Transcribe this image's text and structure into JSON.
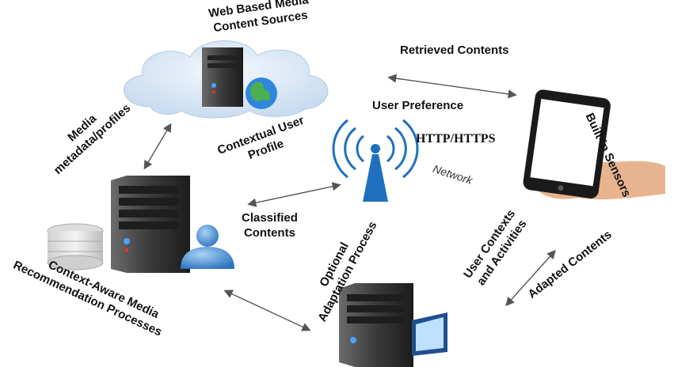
{
  "labels": {
    "web_sources": [
      "Web Based Media",
      "Content Sources"
    ],
    "retrieved": "Retrieved Contents",
    "user_pref": "User Preference",
    "http": "HTTP/HTTPS",
    "network": "Network",
    "builtin": "Built-in Sensors",
    "media_meta": [
      "Media",
      "metadata/profiles"
    ],
    "ctx_profile": [
      "Contextual User",
      "Profile"
    ],
    "classified": [
      "Classified",
      "Contents"
    ],
    "optional": [
      "Optional",
      "Adaptation Process"
    ],
    "user_ctx": [
      "User Contexts",
      "and Activities"
    ],
    "adapted": "Adapted Contents",
    "ctx_aware": [
      "Context-Aware Media",
      "Recommendation Processes"
    ]
  },
  "icons": [
    "cloud-icon",
    "server-icon",
    "globe-icon",
    "database-icon",
    "user-icon",
    "wifi-tower-icon",
    "smartphone-icon",
    "hand-icon",
    "monitor-icon"
  ],
  "colors": {
    "cloud": "#dbe9f7",
    "server": "#3b3b3b",
    "antenna": "#1f6fbf",
    "user": "#5a9bd8",
    "arrow": "#555555"
  }
}
